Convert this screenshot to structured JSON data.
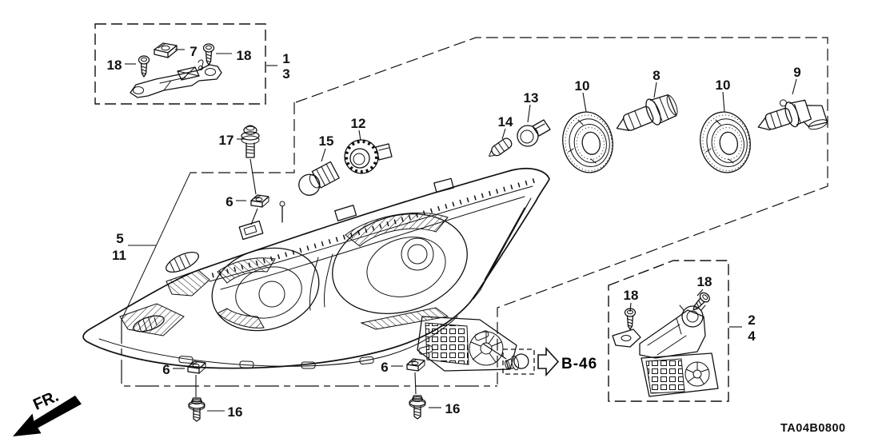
{
  "diagram": {
    "code": "TA04B0800",
    "front_marker": "FR.",
    "connector_ref": "B-46"
  },
  "labels": {
    "box1_screw_left": "18",
    "box1_nut": "7",
    "box1_screw_right": "18",
    "box1_ref_primary": "1",
    "box1_ref_secondary": "3",
    "adjuster_screw": "17",
    "clip_top": "6",
    "bulb_rear": "15",
    "socket_rear": "12",
    "bulb_side": "14",
    "socket_side": "13",
    "seal_left": "10",
    "bulb_low": "8",
    "seal_right": "10",
    "bulb_high": "9",
    "assembly_ref_primary": "5",
    "assembly_ref_secondary": "11",
    "clip_bottom_left": "6",
    "bolt_bottom_left": "16",
    "clip_bottom_right": "6",
    "bolt_bottom_right": "16",
    "box2_screw_left": "18",
    "box2_screw_right": "18",
    "box2_ref_primary": "2",
    "box2_ref_secondary": "4"
  }
}
